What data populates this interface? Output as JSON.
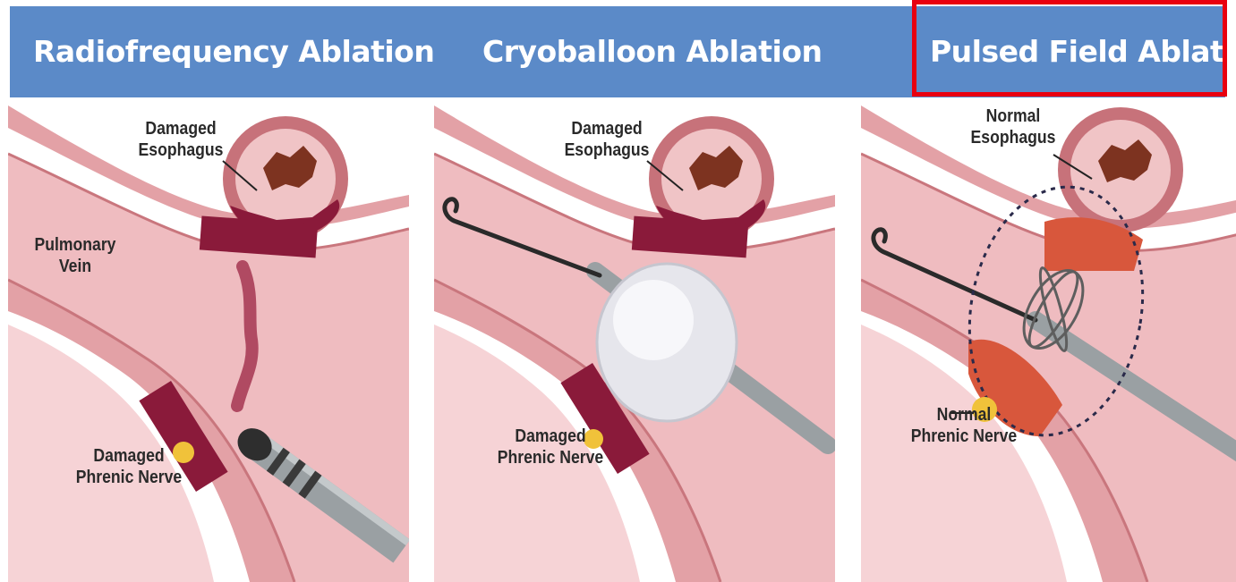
{
  "header": {
    "titles": [
      "Radiofrequency Ablation",
      "Cryoballoon Ablation",
      "Pulsed Field Ablation"
    ],
    "highlighted_index": 2,
    "background": "#5b8ac8",
    "highlight_color": "#e8000f"
  },
  "panels": [
    {
      "technique": "Radiofrequency Ablation",
      "labels": {
        "esophagus": [
          "Damaged",
          "Esophagus"
        ],
        "vein": [
          "Pulmonary",
          "Vein"
        ],
        "nerve": [
          "Damaged",
          "Phrenic Nerve"
        ]
      }
    },
    {
      "technique": "Cryoballoon Ablation",
      "labels": {
        "esophagus": [
          "Damaged",
          "Esophagus"
        ],
        "nerve": [
          "Damaged",
          "Phrenic Nerve"
        ]
      }
    },
    {
      "technique": "Pulsed Field Ablation",
      "labels": {
        "esophagus": [
          "Normal",
          "Esophagus"
        ],
        "nerve": [
          "Normal",
          "Phrenic Nerve"
        ]
      }
    }
  ],
  "colors": {
    "vein_wall": "#e6a4a8",
    "vein_lumen": "#efbcc0",
    "damage": "#8a1a3a",
    "pfa_zone": "#d8573c",
    "nerve": "#f0c23a",
    "catheter": "#9aa0a3"
  }
}
